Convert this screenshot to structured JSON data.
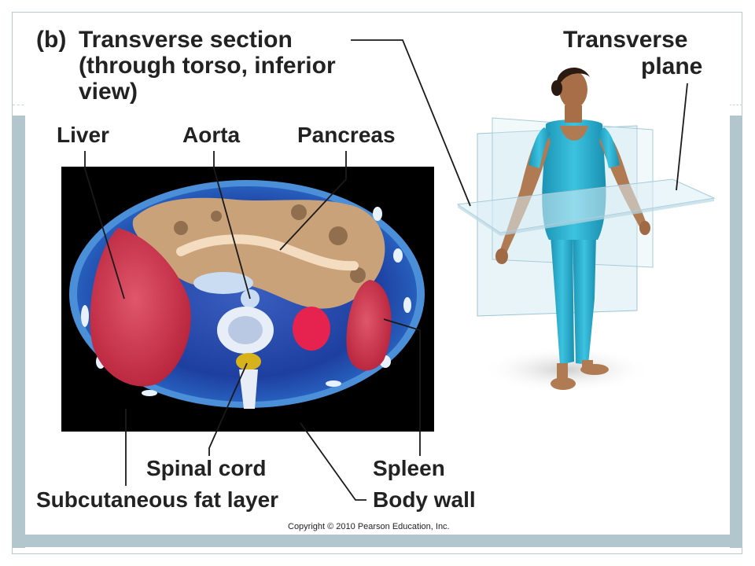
{
  "figure": {
    "letter": "(b)",
    "title_lines": [
      "Transverse section",
      "(through torso, inferior",
      "view)"
    ]
  },
  "plane_label_lines": [
    "Transverse",
    "plane"
  ],
  "structures": {
    "liver": "Liver",
    "aorta": "Aorta",
    "pancreas": "Pancreas",
    "spinal_cord": "Spinal cord",
    "spleen": "Spleen",
    "subcutaneous": "Subcutaneous fat layer",
    "body_wall": "Body wall"
  },
  "copyright": "Copyright © 2010 Pearson Education, Inc.",
  "colors": {
    "ct_background": "#000000",
    "ct_body": "#1e3fa0",
    "organ_red": "#d8324a",
    "bowel_tan": "#caa27a",
    "bodysuit": "#2fb6d6",
    "plane_glass": "#cfe6ef",
    "slide_band": "#b2c7cd"
  }
}
